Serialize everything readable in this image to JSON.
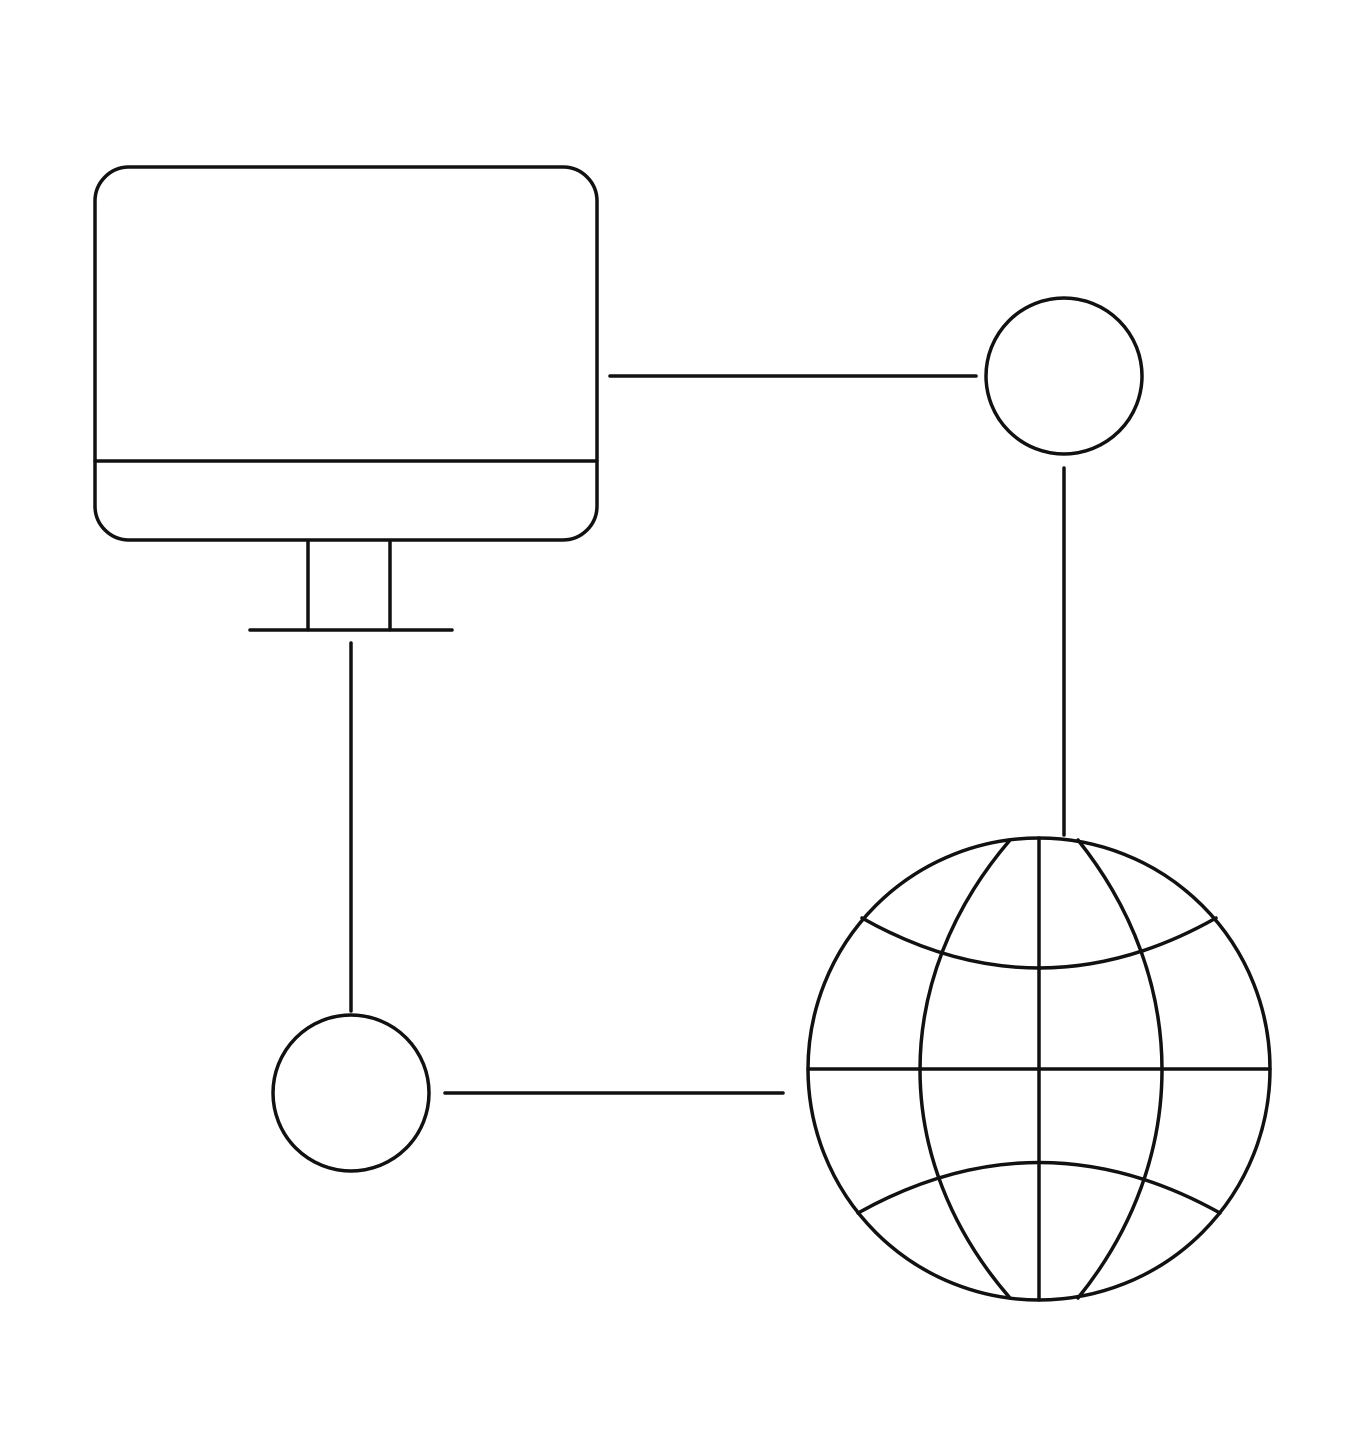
{
  "diagram": {
    "kind": "network-connection-icon",
    "colors": {
      "stroke": "#111111",
      "background": "#ffffff"
    },
    "nodes": [
      {
        "id": "computer",
        "icon": "monitor-icon"
      },
      {
        "id": "node-top-right",
        "icon": "circle-node-icon"
      },
      {
        "id": "node-bottom-left",
        "icon": "circle-node-icon"
      },
      {
        "id": "internet",
        "icon": "globe-icon"
      }
    ],
    "links": [
      {
        "from": "computer",
        "to": "node-top-right"
      },
      {
        "from": "node-top-right",
        "to": "internet"
      },
      {
        "from": "computer",
        "to": "node-bottom-left"
      },
      {
        "from": "node-bottom-left",
        "to": "internet"
      }
    ]
  }
}
